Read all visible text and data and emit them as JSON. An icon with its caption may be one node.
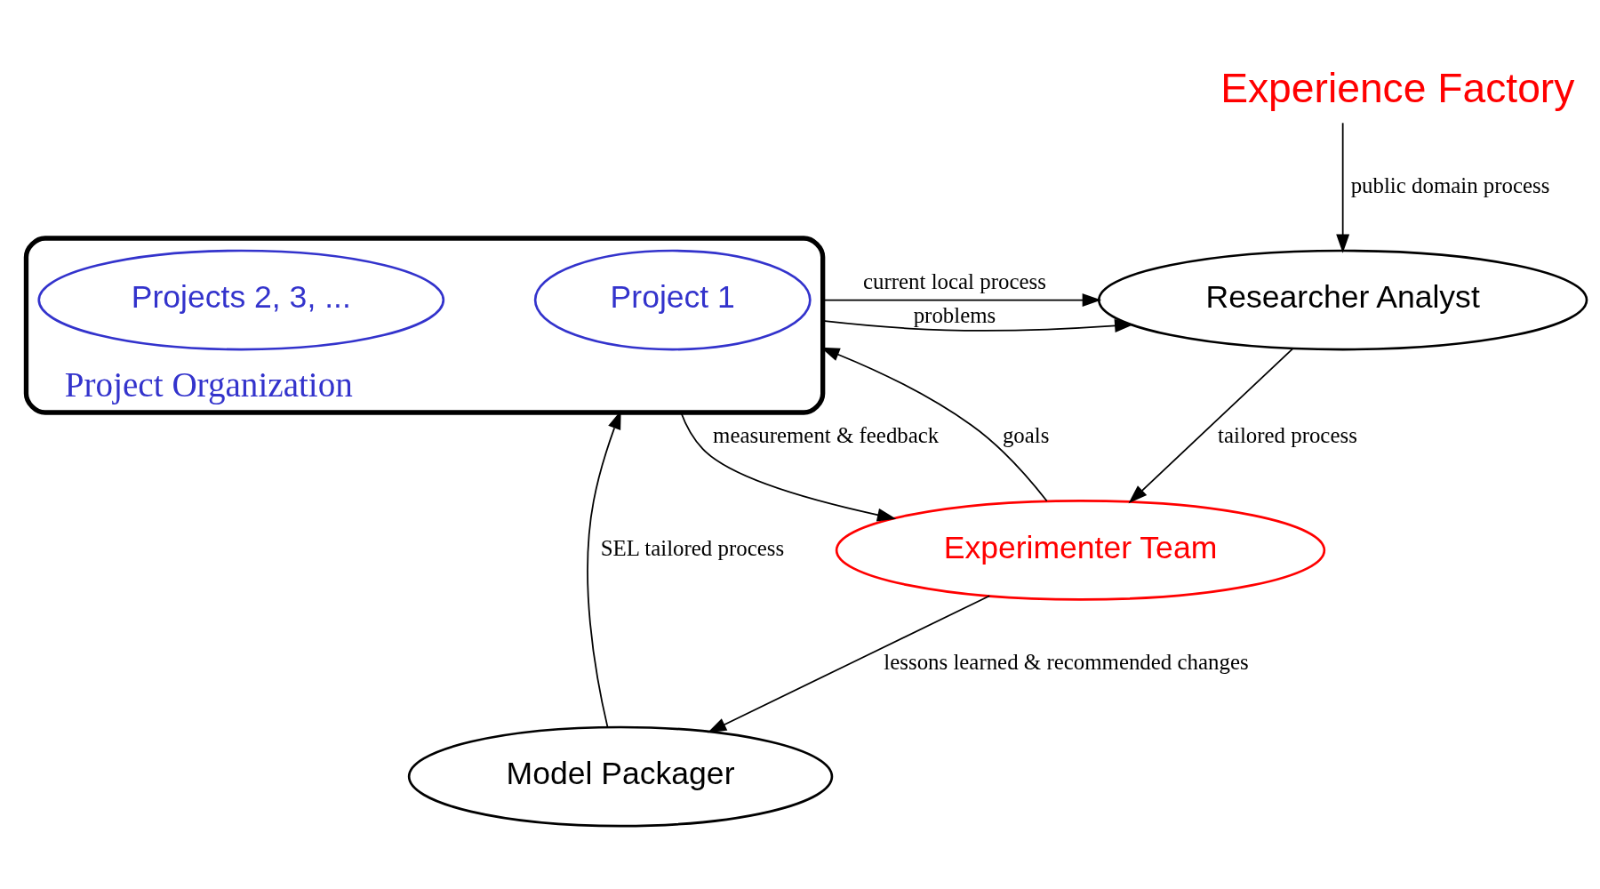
{
  "diagram": {
    "title": "Experience Factory",
    "nodes": [
      {
        "text": [
          "Researcher Analyst"
        ]
      },
      {
        "text": [
          "Experimenter Team"
        ]
      },
      {
        "text": [
          "Model Packager"
        ]
      },
      {
        "text": [
          "Project Organization"
        ]
      },
      {
        "text": [
          "Project 1"
        ],
        "in": 3
      },
      {
        "text": [
          "Projects 2, 3, ..."
        ],
        "in": 3
      }
    ],
    "edges": [
      {
        "from": null,
        "to": 0,
        "arrow": "to",
        "label": "public domain process"
      },
      {
        "from": 0,
        "to": 1,
        "arrow": "to",
        "label": "tailored process"
      },
      {
        "from": 3,
        "to": 0,
        "arrow": "to",
        "label": "current local process"
      },
      {
        "from": 3,
        "to": 0,
        "arrow": "to",
        "label": "problems"
      },
      {
        "from": 1,
        "to": 3,
        "arrow": "to",
        "label": "goals"
      },
      {
        "from": 3,
        "to": 1,
        "arrow": "to",
        "label": "measurement & feedback"
      },
      {
        "from": 1,
        "to": 2,
        "arrow": "to",
        "label": "lessons learned & recommended changes"
      },
      {
        "from": 2,
        "to": 3,
        "arrow": "to",
        "label": "SEL tailored process"
      }
    ]
  }
}
